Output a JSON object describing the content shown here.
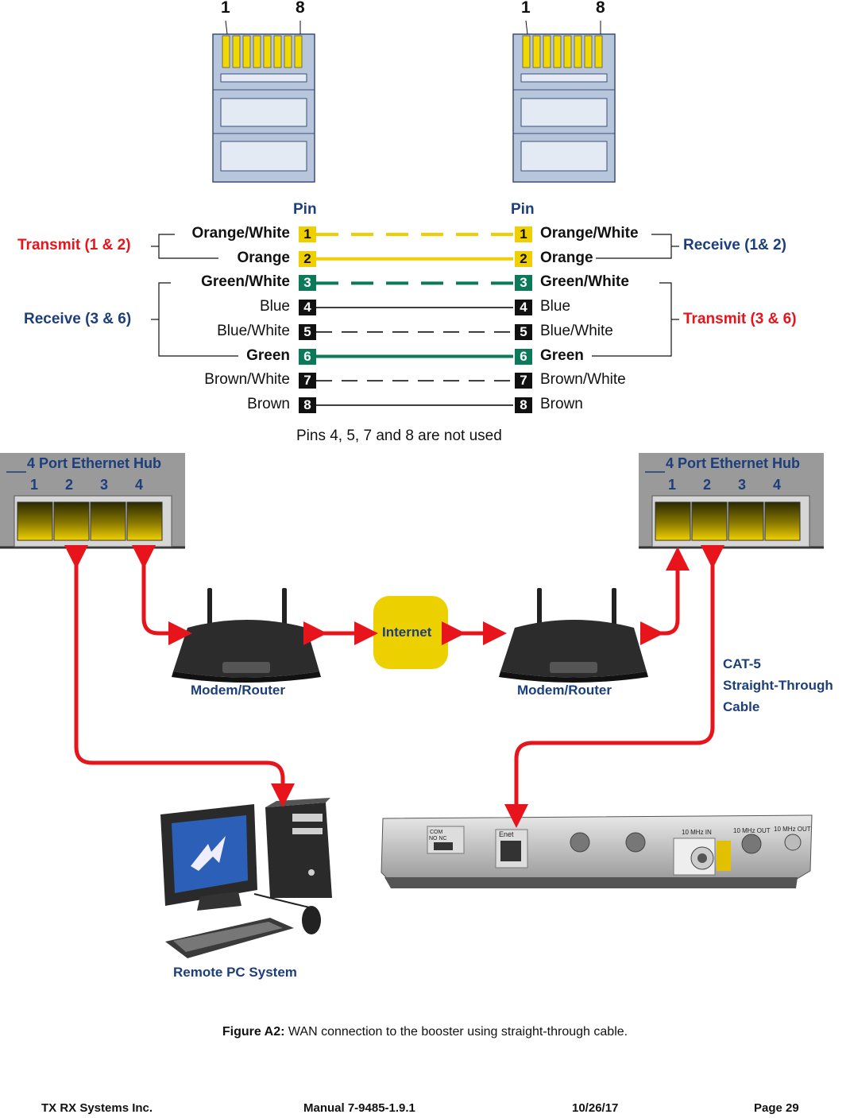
{
  "connector_pins": {
    "left_first": "1",
    "left_last": "8",
    "right_first": "1",
    "right_last": "8"
  },
  "pin_headers": {
    "left": "Pin",
    "right": "Pin"
  },
  "wires": [
    {
      "pin": "1",
      "name": "Orange/White",
      "bold": true,
      "box_color": "#f0cf00",
      "text_color": "#111",
      "line": "dashed",
      "line_color": "#f0cf00"
    },
    {
      "pin": "2",
      "name": "Orange",
      "bold": true,
      "box_color": "#f0cf00",
      "text_color": "#111",
      "line": "solid",
      "line_color": "#f0cf00"
    },
    {
      "pin": "3",
      "name": "Green/White",
      "bold": true,
      "box_color": "#0c7a5a",
      "text_color": "#fff",
      "line": "dashed",
      "line_color": "#0c7a5a"
    },
    {
      "pin": "4",
      "name": "Blue",
      "bold": false,
      "box_color": "#111",
      "text_color": "#fff",
      "line": "solid",
      "line_color": "#111"
    },
    {
      "pin": "5",
      "name": "Blue/White",
      "bold": false,
      "box_color": "#111",
      "text_color": "#fff",
      "line": "dashed",
      "line_color": "#111"
    },
    {
      "pin": "6",
      "name": "Green",
      "bold": true,
      "box_color": "#0c7a5a",
      "text_color": "#fff",
      "line": "solid",
      "line_color": "#0c7a5a"
    },
    {
      "pin": "7",
      "name": "Brown/White",
      "bold": false,
      "box_color": "#111",
      "text_color": "#fff",
      "line": "dashed",
      "line_color": "#111"
    },
    {
      "pin": "8",
      "name": "Brown",
      "bold": false,
      "box_color": "#111",
      "text_color": "#fff",
      "line": "solid",
      "line_color": "#111"
    }
  ],
  "signals": {
    "left_top": "Transmit (1 & 2)",
    "left_bottom": "Receive (3 & 6)",
    "right_top": "Receive (1& 2)",
    "right_bottom": "Transmit (3 & 6)"
  },
  "pins_note": "Pins 4, 5, 7 and 8 are not used",
  "hub_left": {
    "title": "4 Port Ethernet Hub",
    "ports": [
      "1",
      "2",
      "3",
      "4"
    ]
  },
  "hub_right": {
    "title": "4 Port Ethernet Hub",
    "ports": [
      "1",
      "2",
      "3",
      "4"
    ]
  },
  "internet_label": "Internet",
  "modem_left_label": "Modem/Router",
  "modem_right_label": "Modem/Router",
  "cable_label": [
    "CAT-5",
    "Straight-Through",
    "Cable"
  ],
  "pc_label": "Remote PC System",
  "device_panel_labels": {
    "com": "COM",
    "no_nc": "NO   NC",
    "enet": "Enet",
    "mhz_in": "10 MHz IN",
    "mhz_out1": "10 MHz OUT",
    "mhz_out2": "10 MHz OUT"
  },
  "caption": {
    "prefix": "Figure A2:",
    "text": " WAN connection to the booster using straight-through cable."
  },
  "footer": {
    "company": "TX RX Systems Inc.",
    "manual": "Manual 7-9485-1.9.1",
    "date": "10/26/17",
    "page": "Page 29"
  },
  "colors": {
    "navy": "#1c3f7c",
    "red": "#e8141c",
    "yellow": "#f0cf00",
    "green": "#0c7a5a",
    "plug": "#b8c6dc",
    "hub": "#9a9a9a",
    "internet": "#edd000"
  }
}
